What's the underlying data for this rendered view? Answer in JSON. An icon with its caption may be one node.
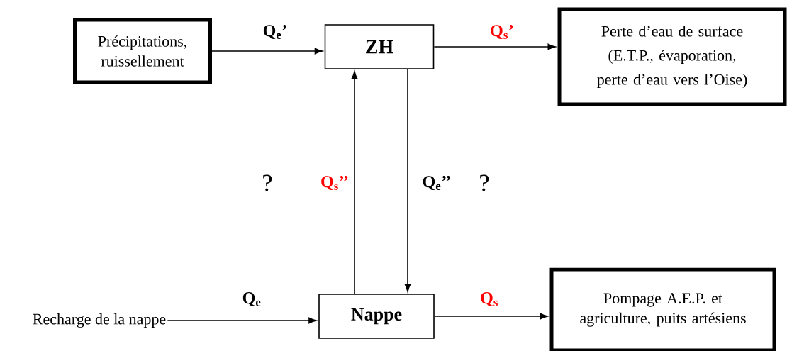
{
  "diagram": {
    "nodes": [
      {
        "text": [
          "Précipitations, ruissellement"
        ]
      },
      {
        "text": [
          "ZH"
        ]
      },
      {
        "text": [
          "Perte d’eau de surface (E.T.P., évaporation, perte d’eau vers l’Oise)"
        ]
      },
      {
        "text": [
          "Recharge de la nappe"
        ]
      },
      {
        "text": [
          "Nappe"
        ]
      },
      {
        "text": [
          "Pompage A.E.P. et agriculture, puits artésiens"
        ]
      }
    ],
    "edges": [
      {
        "from": 0,
        "to": 1,
        "arrow": "to",
        "label": "Q$_{e}$’"
      },
      {
        "from": 1,
        "to": 2,
        "arrow": "to",
        "label": "Q$_{s}$’"
      },
      {
        "from": 4,
        "to": 1,
        "arrow": "to",
        "label": "Q$_{s}$’’"
      },
      {
        "from": 1,
        "to": 4,
        "arrow": "to",
        "label": "Q$_{e}$’’"
      },
      {
        "from": 3,
        "to": 4,
        "arrow": "to",
        "label": "Q$_{e}$"
      },
      {
        "from": 4,
        "to": 5,
        "arrow": "to",
        "label": "Q$_{s}$"
      }
    ],
    "labels": [
      "?",
      "?"
    ]
  }
}
